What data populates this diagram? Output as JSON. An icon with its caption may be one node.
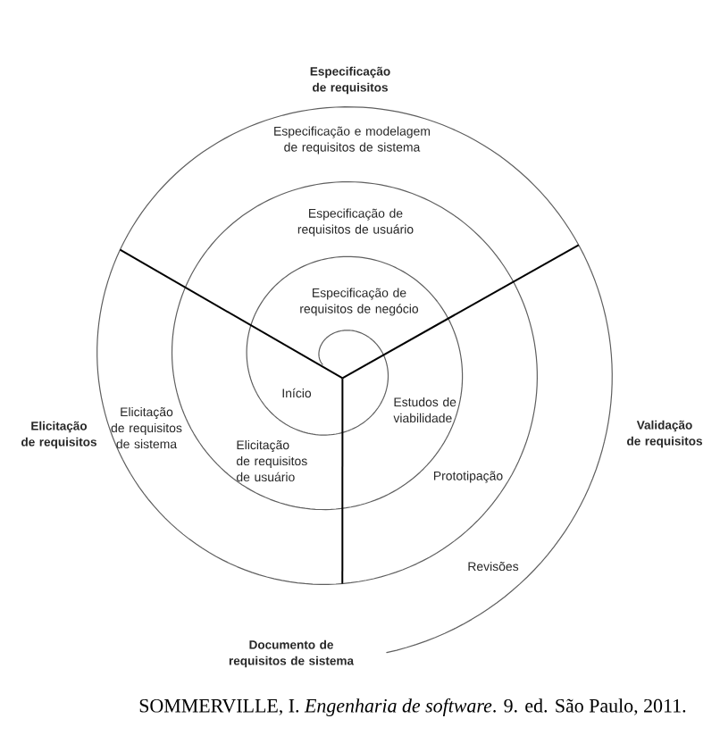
{
  "diagram": {
    "caption": "SOMMERVILLE, I. *Engenharia de software*. 9. ed. São Paulo, 2011.",
    "labels": [
      "Especificação de requisitos",
      "Especificação e modelagem de requisitos de sistema",
      "Especificação de requisitos de usuário",
      "Especificação de requisitos de negócio",
      "Início",
      "Estudos de viabilidade",
      "Elicitação de requisitos",
      "Elicitação de requisitos de sistema",
      "Validação de requisitos",
      "Elicitação de requisitos de usuário",
      "Prototipação",
      "Revisões",
      "Documento de requisitos de sistema"
    ]
  }
}
